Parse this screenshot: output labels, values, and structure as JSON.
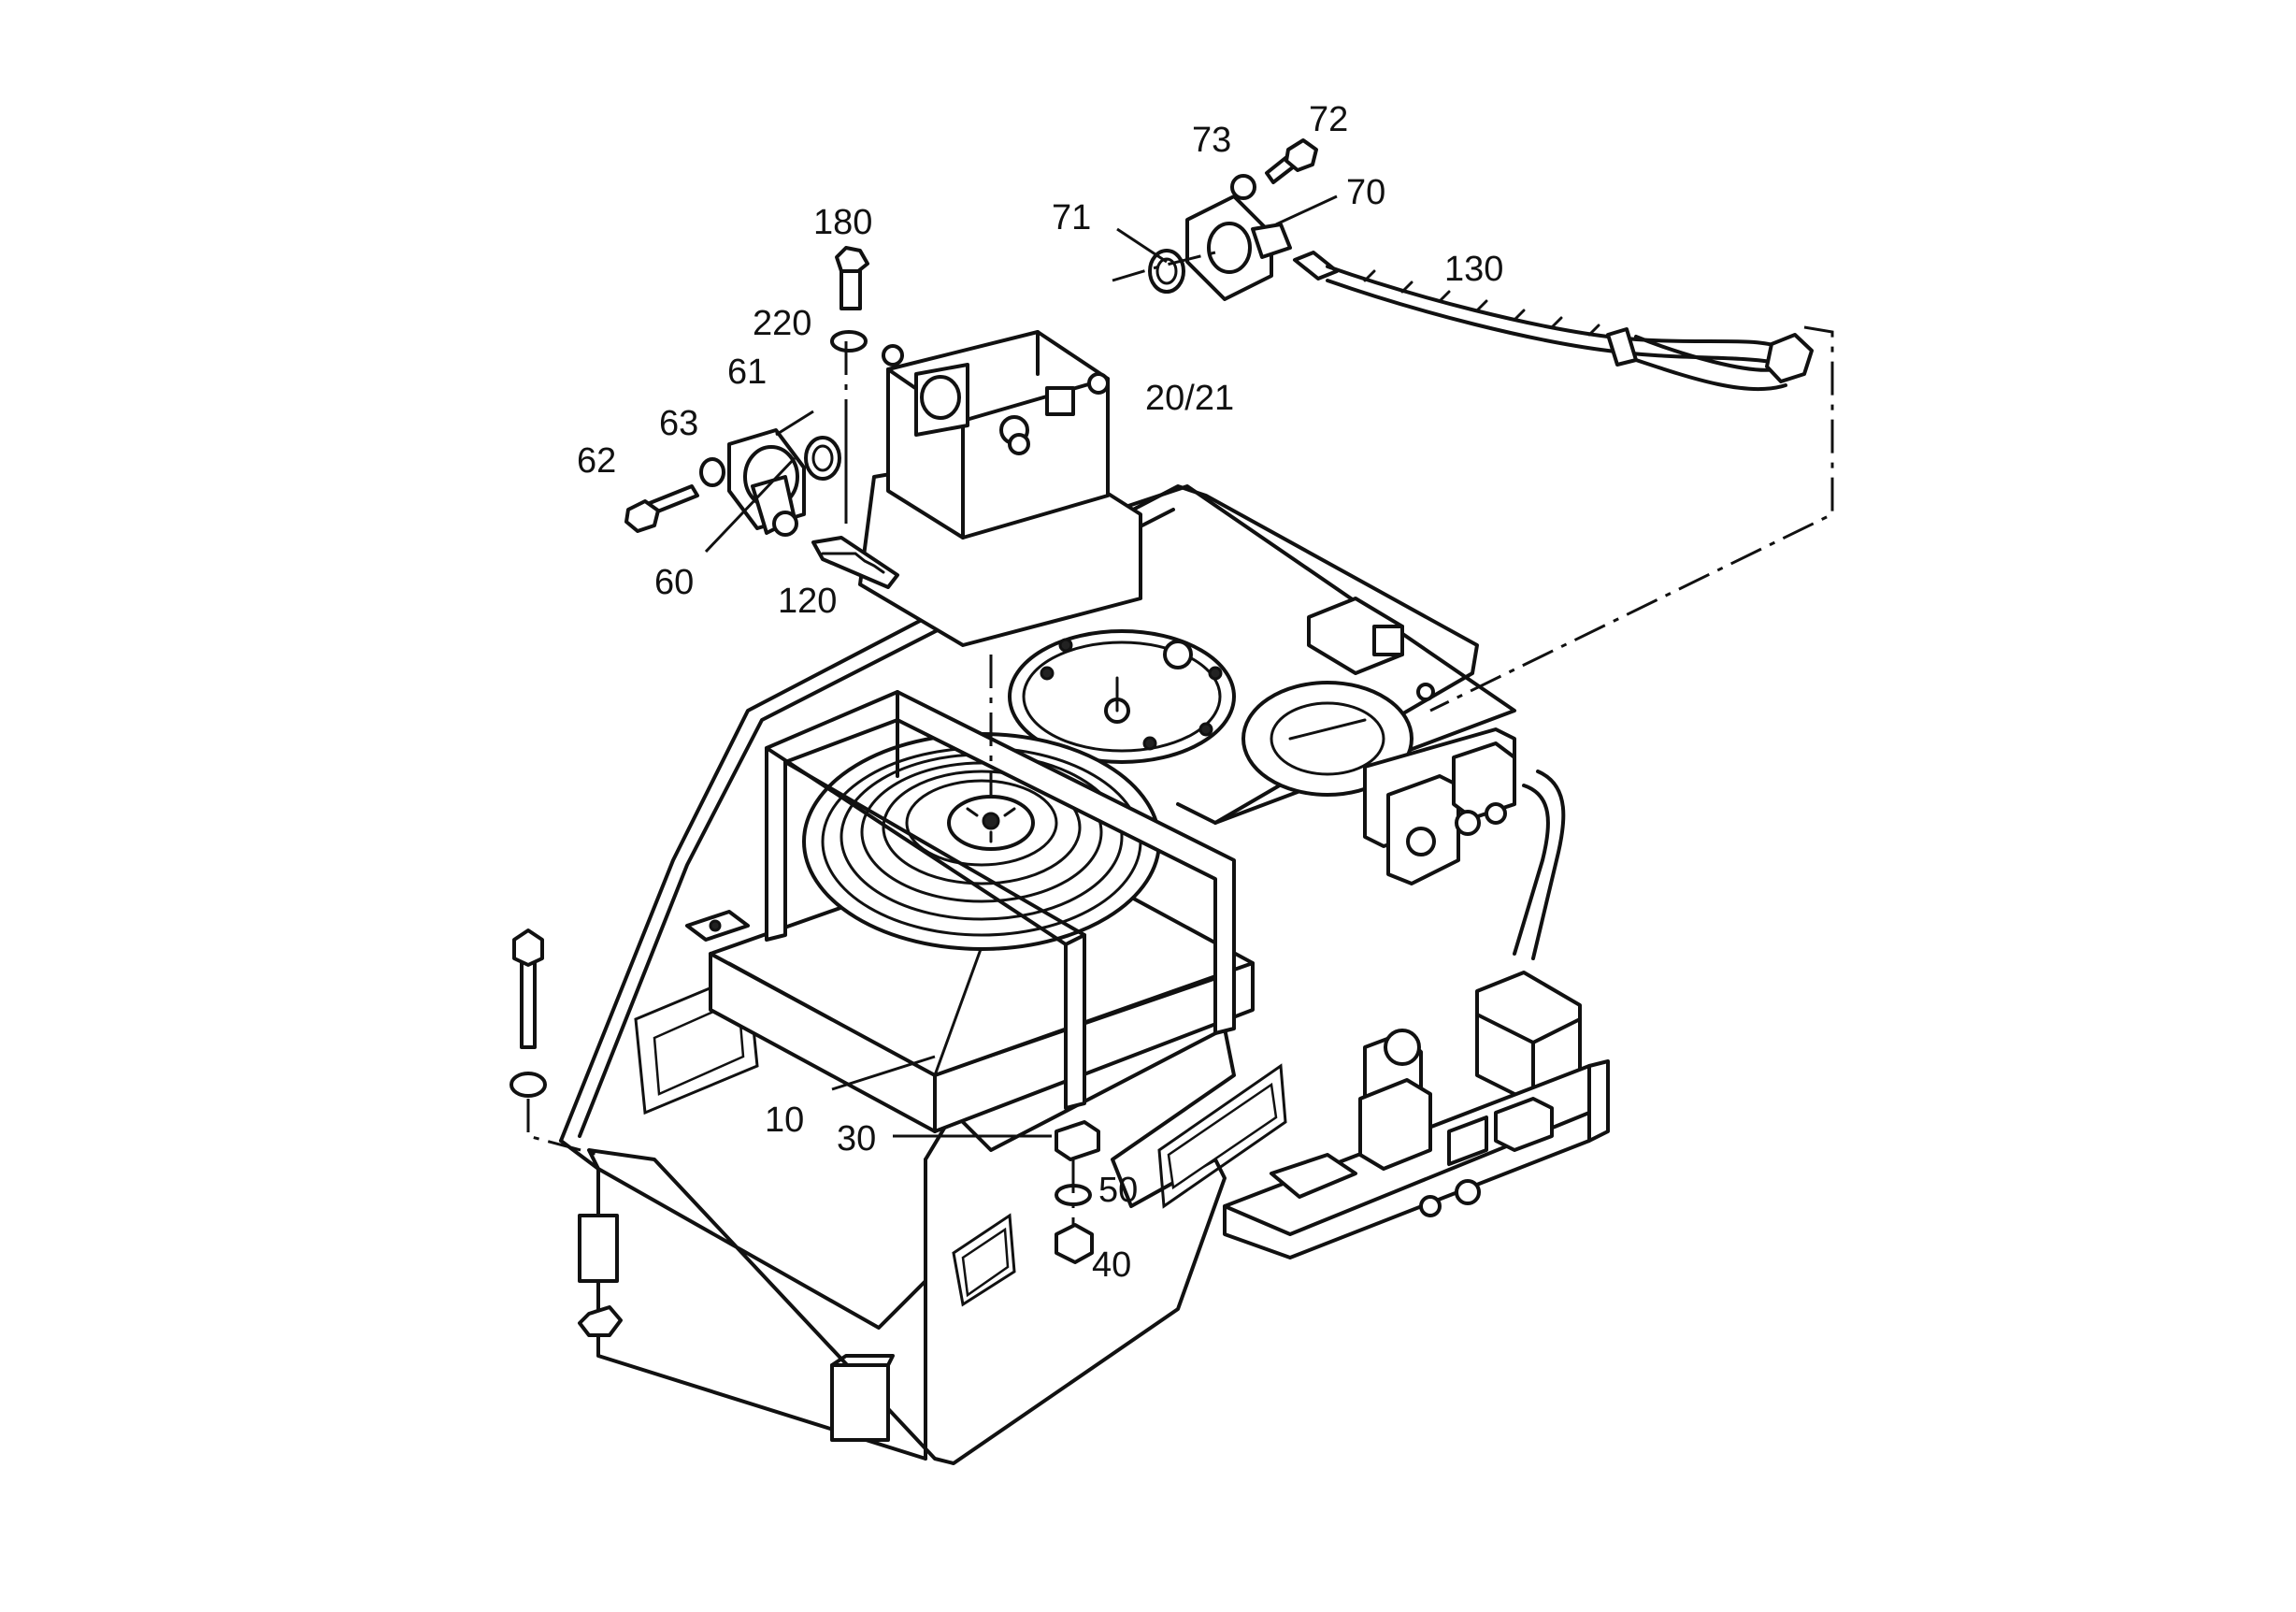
{
  "diagram": {
    "callouts": [
      {
        "id": "180",
        "label": "180"
      },
      {
        "id": "220",
        "label": "220"
      },
      {
        "id": "61",
        "label": "61"
      },
      {
        "id": "63",
        "label": "63"
      },
      {
        "id": "62",
        "label": "62"
      },
      {
        "id": "60",
        "label": "60"
      },
      {
        "id": "120",
        "label": "120"
      },
      {
        "id": "20-21",
        "label": "20/21"
      },
      {
        "id": "71",
        "label": "71"
      },
      {
        "id": "73",
        "label": "73"
      },
      {
        "id": "72",
        "label": "72"
      },
      {
        "id": "70",
        "label": "70"
      },
      {
        "id": "130",
        "label": "130"
      },
      {
        "id": "10",
        "label": "10"
      },
      {
        "id": "30",
        "label": "30"
      },
      {
        "id": "50",
        "label": "50"
      },
      {
        "id": "40",
        "label": "40"
      }
    ],
    "parts": [
      "pump-housing",
      "flange-fitting-left",
      "flange-fitting-right",
      "hydraulic-hose",
      "fan-assembly",
      "radiator-frame",
      "valve-block",
      "mounting-bolts"
    ]
  }
}
